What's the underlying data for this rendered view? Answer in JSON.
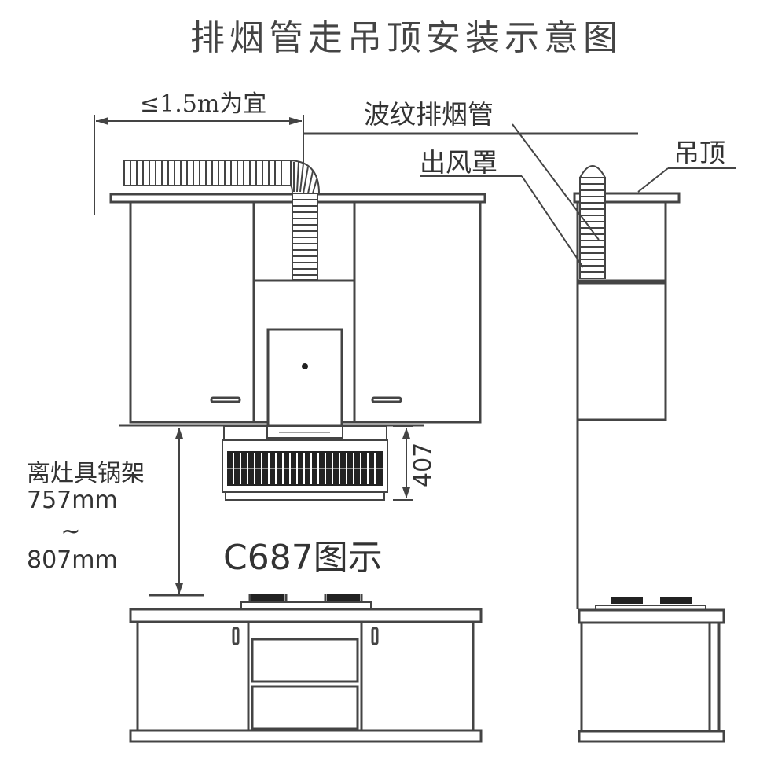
{
  "title": "排烟管走吊顶安装示意图",
  "labels": {
    "max_distance": "≤1.5m为宜",
    "corrugated_pipe": "波纹排烟管",
    "outlet_cover": "出风罩",
    "ceiling": "吊顶",
    "hood_height": "407",
    "distance_label": "离灶具锅架",
    "distance_min": "757mm",
    "distance_sep": "~",
    "distance_max": "807mm",
    "model_caption": "C687图示"
  },
  "colors": {
    "line": "#444444",
    "fill": "#ffffff",
    "dark": "#222222"
  }
}
